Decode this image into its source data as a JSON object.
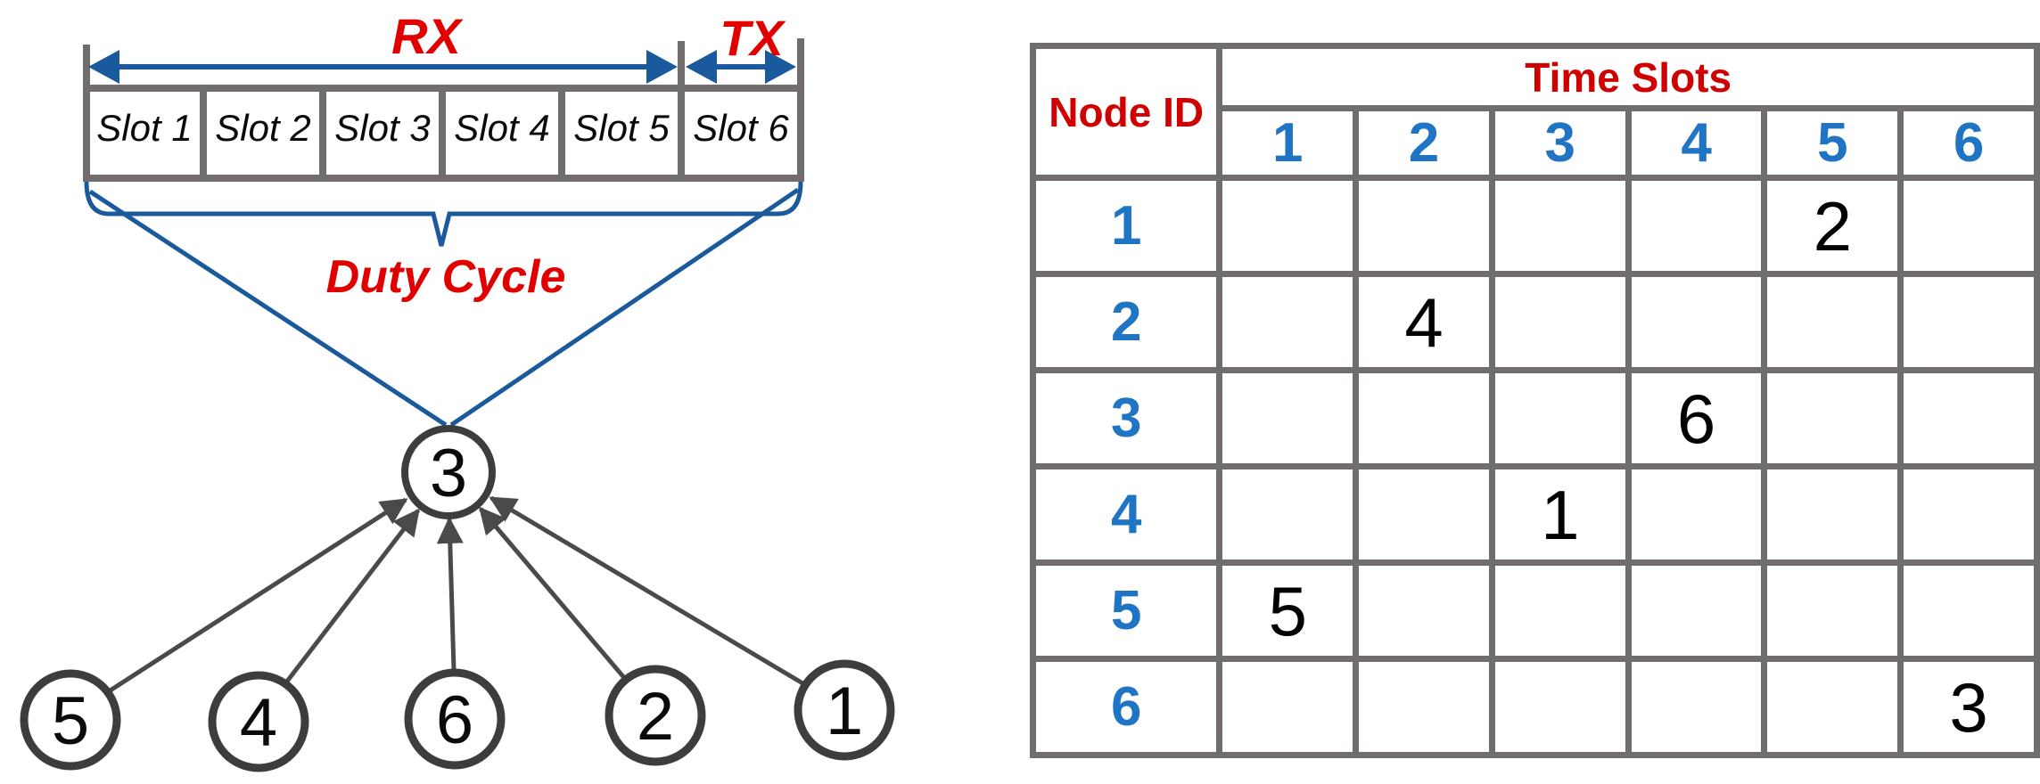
{
  "colors": {
    "diagram_blue": "#1a5a9c",
    "diagram_red": "#e00000",
    "line_gray": "#716d6d",
    "node_dark": "#3d3d3d",
    "arrow_gray": "#4a4a4a",
    "table_red": "#d00000",
    "table_blue": "#1f74c4",
    "value_black": "#000000"
  },
  "diagram": {
    "rx_label": "RX",
    "tx_label": "TX",
    "duty_cycle_label": "Duty Cycle",
    "slots": [
      "Slot 1",
      "Slot 2",
      "Slot 3",
      "Slot 4",
      "Slot 5",
      "Slot 6"
    ],
    "center_node": "3",
    "leaf_nodes": [
      "5",
      "4",
      "6",
      "2",
      "1"
    ]
  },
  "table": {
    "node_id_header": "Node ID",
    "time_slots_header": "Time Slots",
    "slot_columns": [
      "1",
      "2",
      "3",
      "4",
      "5",
      "6"
    ],
    "rows": [
      {
        "node_id": "1",
        "cells": [
          "",
          "",
          "",
          "",
          "2",
          ""
        ]
      },
      {
        "node_id": "2",
        "cells": [
          "",
          "4",
          "",
          "",
          "",
          ""
        ]
      },
      {
        "node_id": "3",
        "cells": [
          "",
          "",
          "",
          "6",
          "",
          ""
        ]
      },
      {
        "node_id": "4",
        "cells": [
          "",
          "",
          "1",
          "",
          "",
          ""
        ]
      },
      {
        "node_id": "5",
        "cells": [
          "5",
          "",
          "",
          "",
          "",
          ""
        ]
      },
      {
        "node_id": "6",
        "cells": [
          "",
          "",
          "",
          "",
          "",
          "3"
        ]
      }
    ]
  }
}
